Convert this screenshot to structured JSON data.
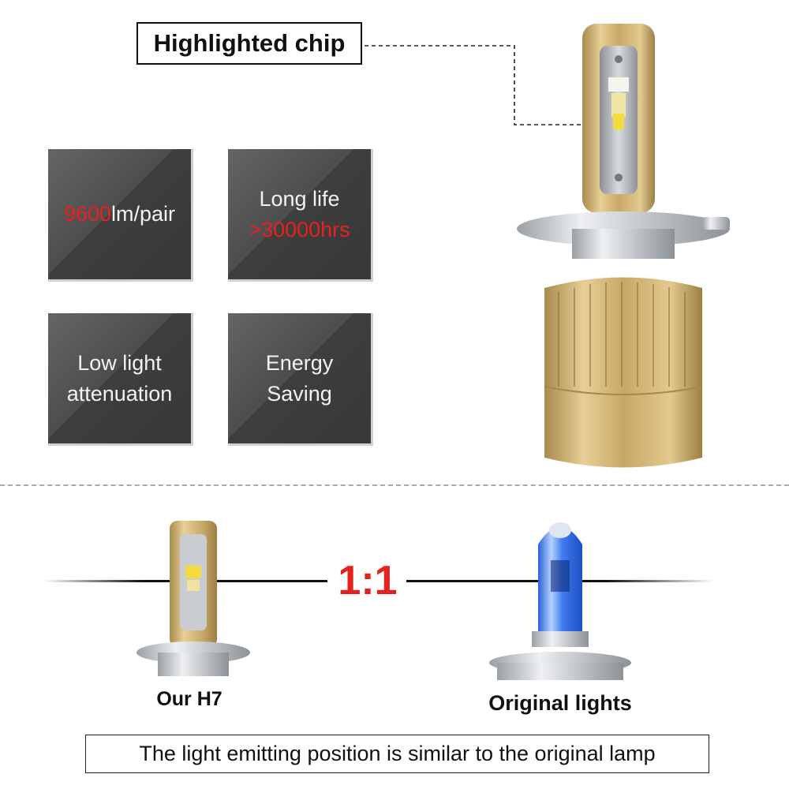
{
  "callout": {
    "label": "Highlighted chip"
  },
  "tiles": {
    "lumens": {
      "value": "9600",
      "unit": "lm/pair"
    },
    "life": {
      "line1": "Long life",
      "line2": ">30000hrs"
    },
    "attenuation": {
      "line1": "Low light",
      "line2": "attenuation"
    },
    "energy": {
      "line1": "Energy",
      "line2": "Saving"
    }
  },
  "comparison": {
    "ratio": "1:1",
    "left_label": "Our H7",
    "right_label": "Original lights"
  },
  "caption": "The light emitting position is similar to the original lamp",
  "colors": {
    "accent_red": "#e3221d",
    "tile_dark": "#4a4a4a",
    "gold": "#c9a862"
  }
}
